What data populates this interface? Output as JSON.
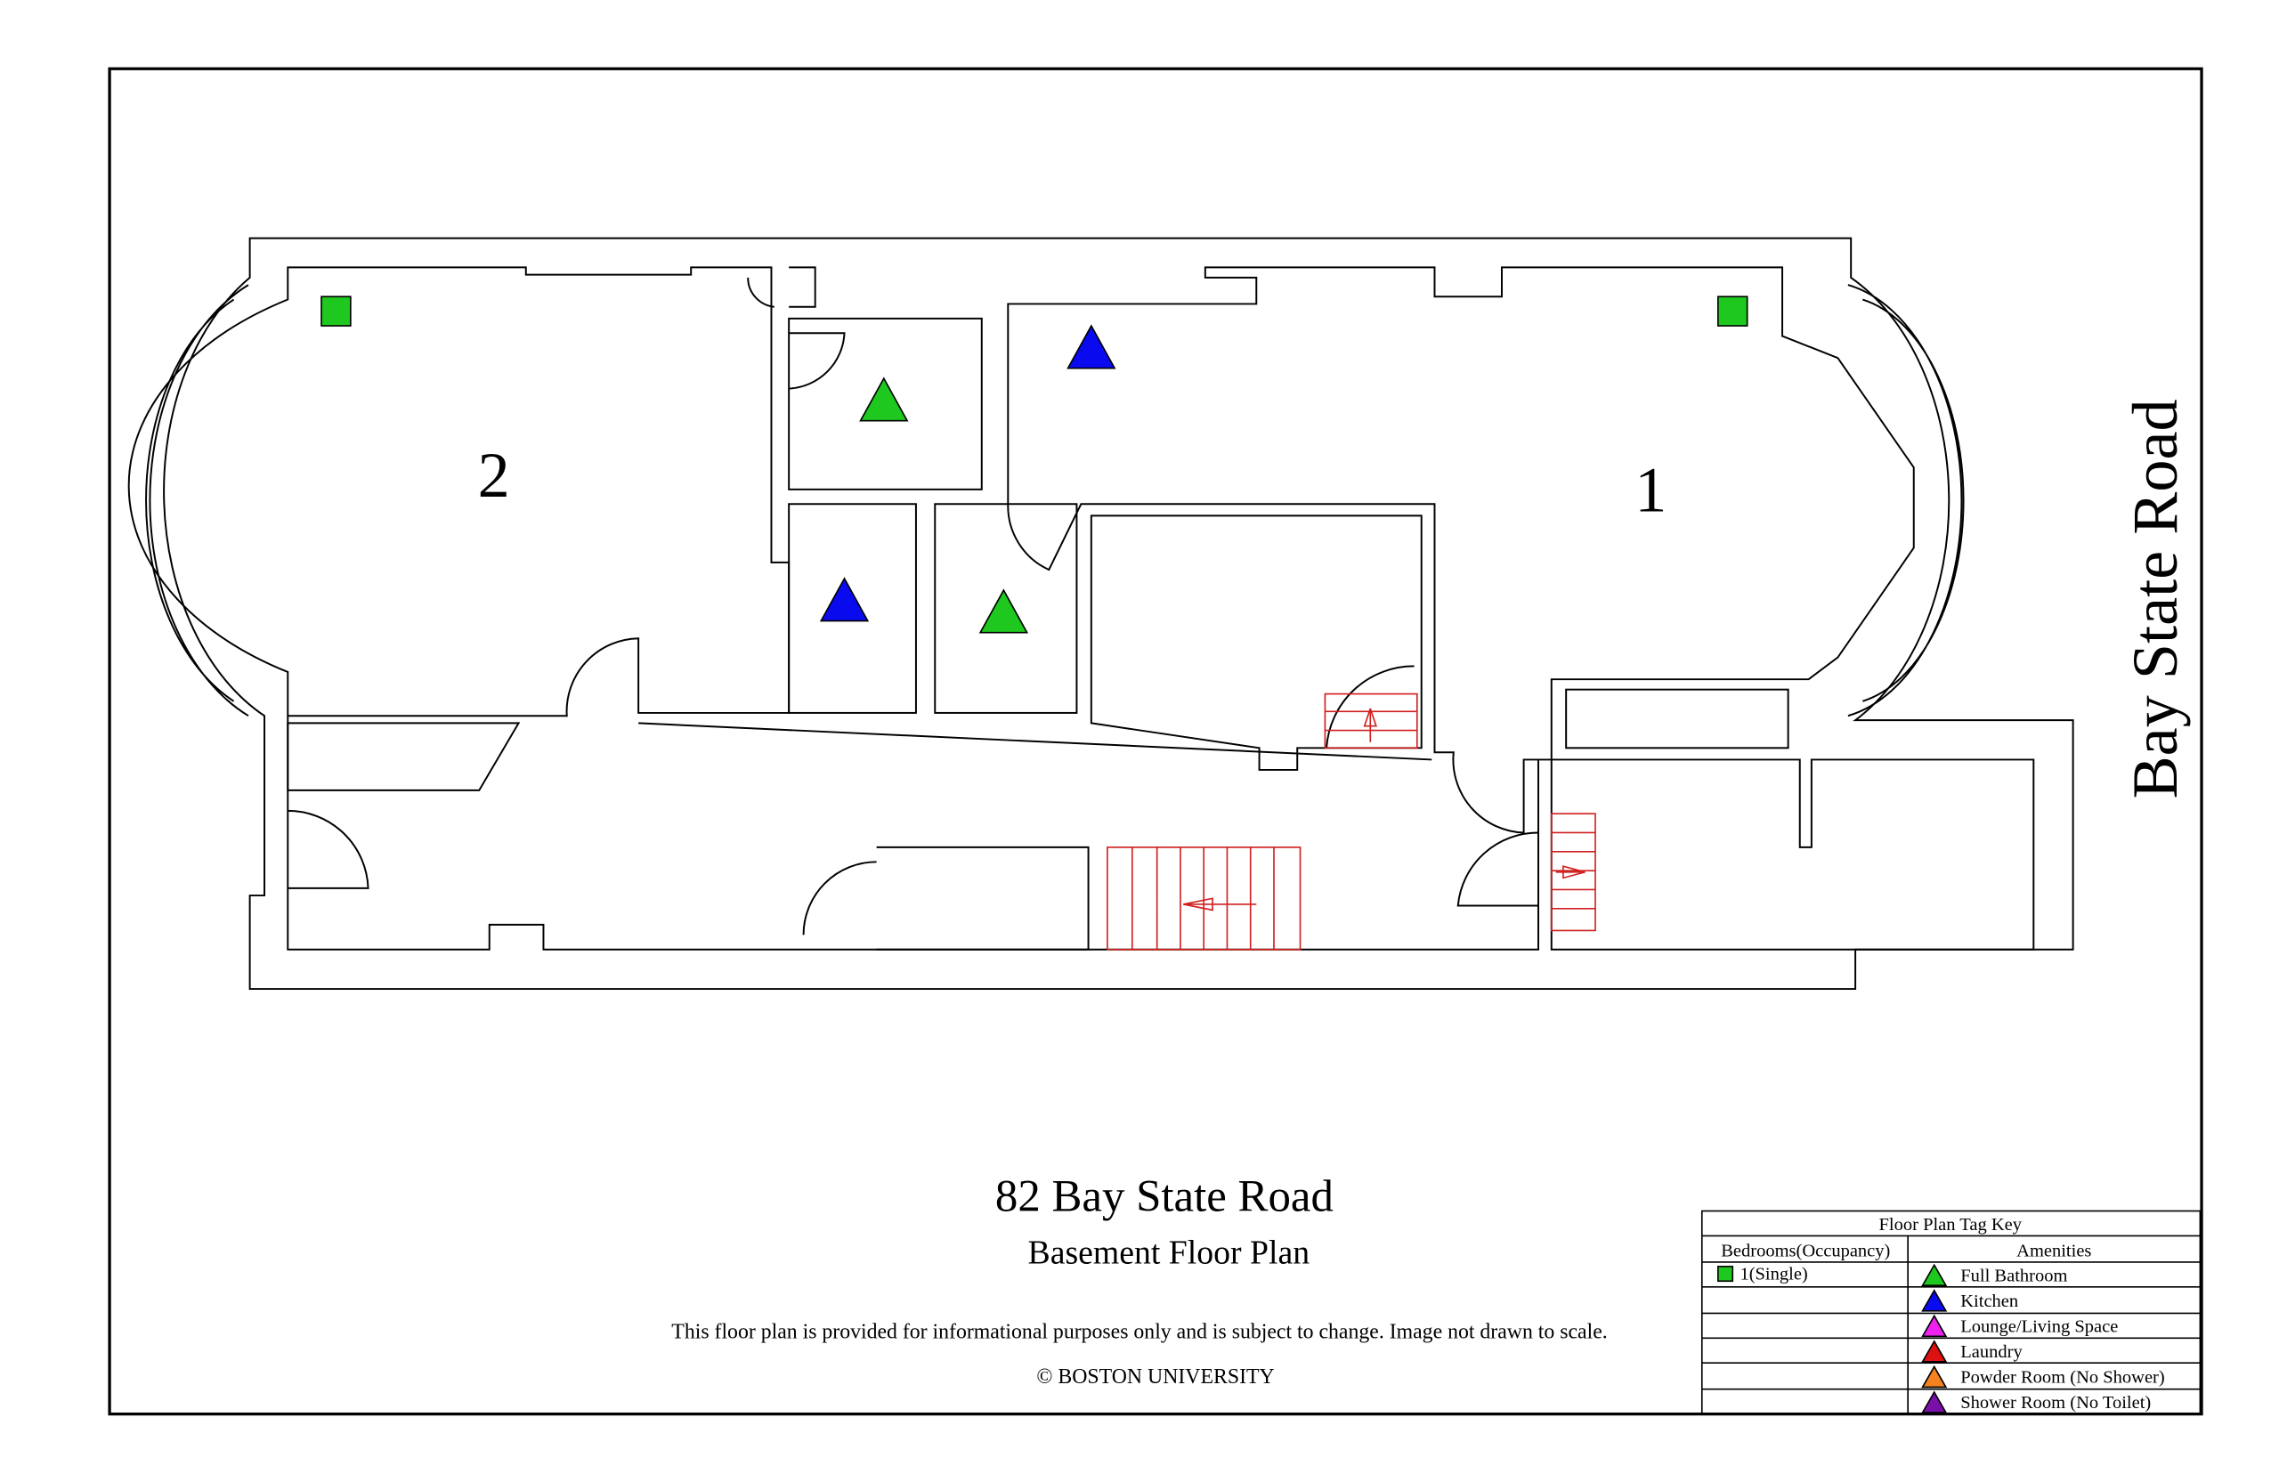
{
  "colors": {
    "unit_2_fill": "#b3fbfb",
    "unit_1_fill": "#fefcb4",
    "bedroom_marker": "#1ec81e",
    "full_bathroom": "#1ec81e",
    "kitchen": "#0a0aee",
    "lounge": "#ee22ee",
    "laundry": "#dd1111",
    "powder_room": "#f58220",
    "shower_room": "#7a10a8",
    "stairs": "#d02020"
  },
  "plan": {
    "unit_labels": [
      "2",
      "1"
    ],
    "street_label": "Bay State Road"
  },
  "footer": {
    "title": "82 Bay State Road",
    "subtitle": "Basement Floor Plan",
    "disclaimer": "This floor plan is provided for informational purposes only and is subject to change. Image not drawn to scale.",
    "copyright": "© BOSTON UNIVERSITY"
  },
  "legend": {
    "title": "Floor Plan Tag Key",
    "bedrooms_header": "Bedrooms(Occupancy)",
    "amenities_header": "Amenities",
    "bedrooms": [
      {
        "label": "1(Single)",
        "icon": "green-square"
      }
    ],
    "amenities": [
      {
        "label": "Full Bathroom",
        "icon": "green-triangle"
      },
      {
        "label": "Kitchen",
        "icon": "blue-triangle"
      },
      {
        "label": "Lounge/Living Space",
        "icon": "magenta-triangle"
      },
      {
        "label": "Laundry",
        "icon": "red-triangle"
      },
      {
        "label": "Powder Room (No Shower)",
        "icon": "orange-triangle"
      },
      {
        "label": "Shower Room (No Toilet)",
        "icon": "purple-triangle"
      }
    ]
  }
}
